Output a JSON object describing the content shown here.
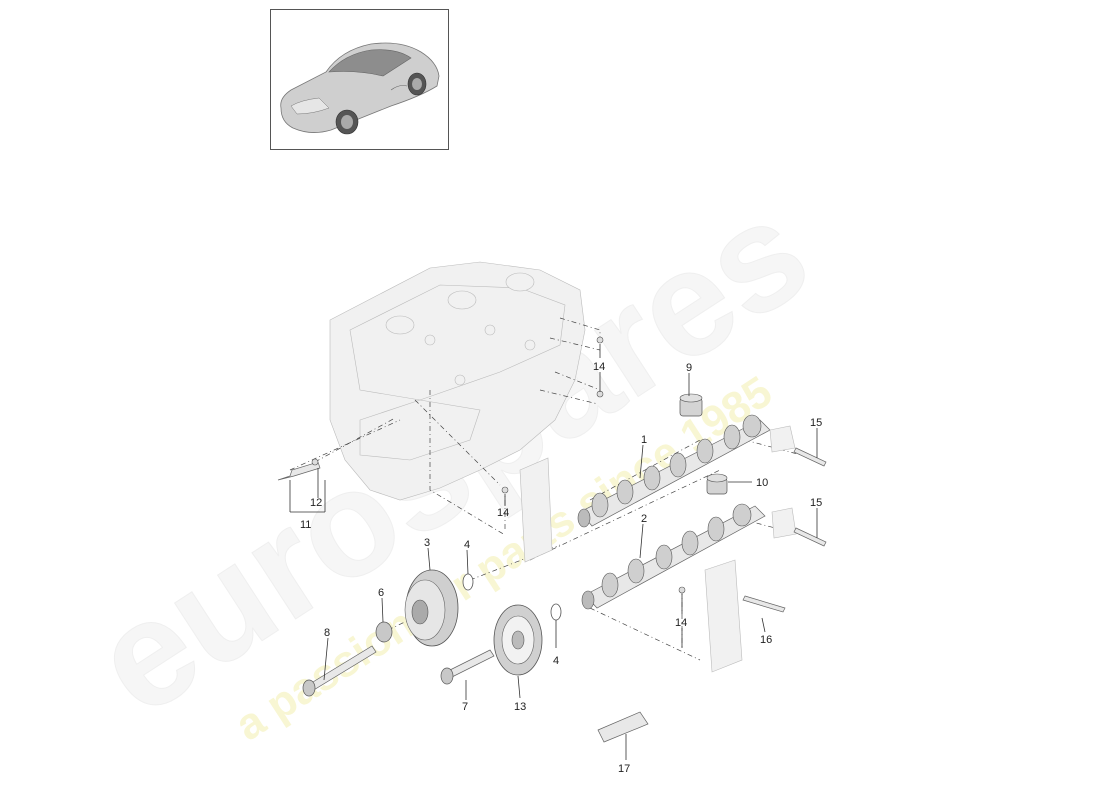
{
  "watermark": {
    "brand": "eurospares",
    "tagline": "a passion for parts since 1985"
  },
  "callouts": {
    "c1": "1",
    "c2": "2",
    "c3": "3",
    "c4a": "4",
    "c4b": "4",
    "c6": "6",
    "c7": "7",
    "c8": "8",
    "c9": "9",
    "c10": "10",
    "c11": "11",
    "c12": "12",
    "c13": "13",
    "c14a": "14",
    "c14b": "14",
    "c14c": "14",
    "c15a": "15",
    "c15b": "15",
    "c16": "16",
    "c17": "17"
  },
  "icons": {
    "thumbnail": "car-thumbnail-icon"
  }
}
